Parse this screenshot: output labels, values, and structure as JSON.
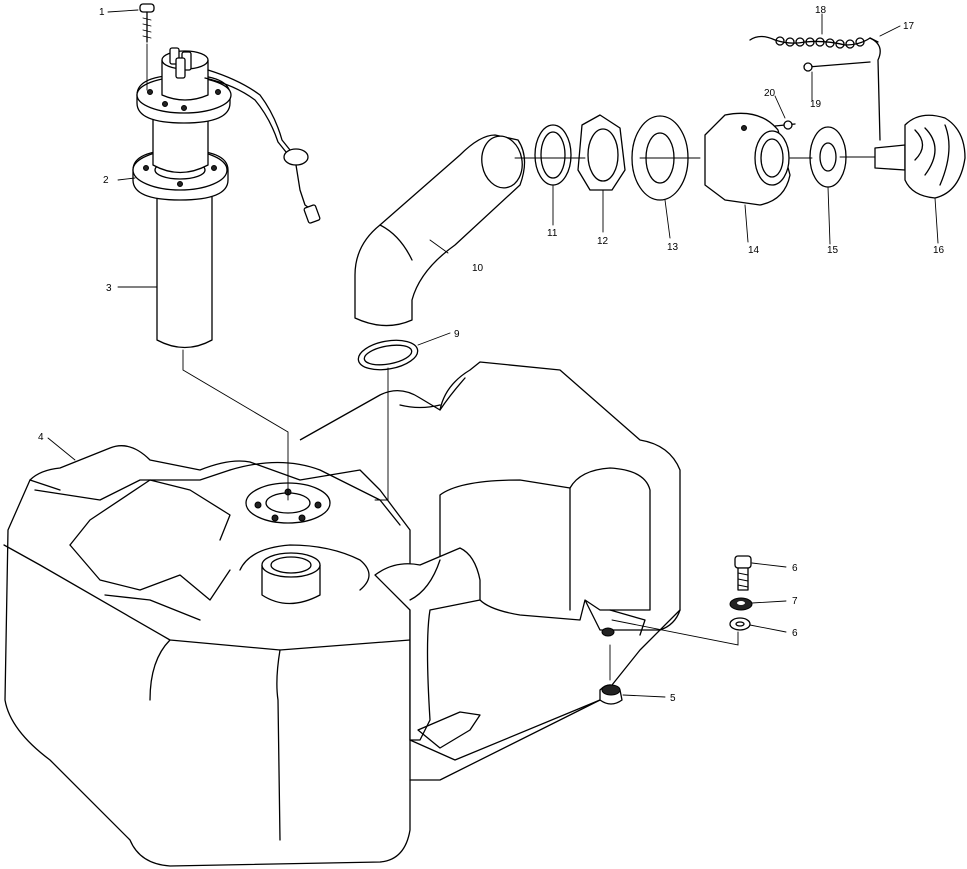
{
  "callouts": {
    "c1": "1",
    "c2": "2",
    "c3": "3",
    "c4": "4",
    "c5": "5",
    "c6a": "6",
    "c6b": "6",
    "c7": "7",
    "c9": "9",
    "c10": "10",
    "c11": "11",
    "c12": "12",
    "c13": "13",
    "c14": "14",
    "c15": "15",
    "c16": "16",
    "c17": "17",
    "c18": "18",
    "c19": "19",
    "c20": "20"
  }
}
